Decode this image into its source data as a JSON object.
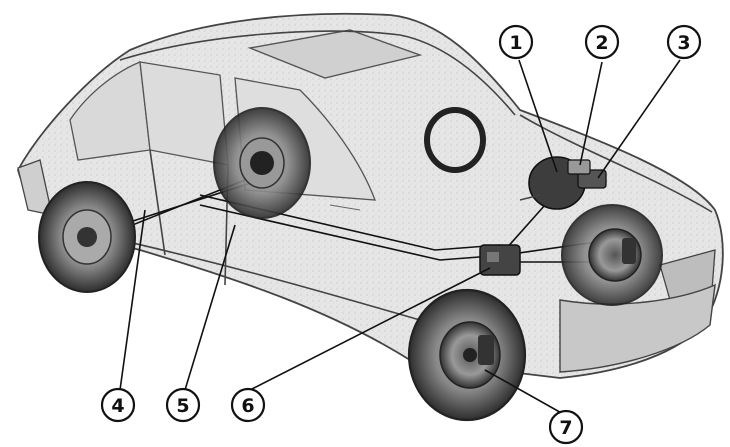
{
  "callouts": [
    {
      "id": "1",
      "label": "1"
    },
    {
      "id": "2",
      "label": "2"
    },
    {
      "id": "3",
      "label": "3"
    },
    {
      "id": "4",
      "label": "4"
    },
    {
      "id": "5",
      "label": "5"
    },
    {
      "id": "6",
      "label": "6"
    },
    {
      "id": "7",
      "label": "7"
    }
  ],
  "colors": {
    "ink": "#111111",
    "body_fill": "#e8e8e8",
    "tire": "#3a3a3a",
    "background": "#ffffff"
  }
}
